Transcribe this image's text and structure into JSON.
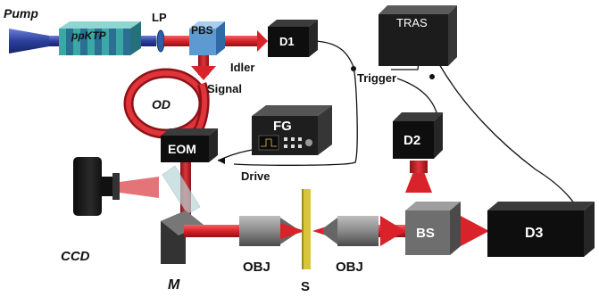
{
  "labels": {
    "pump": "Pump",
    "crystal": "ppKTP",
    "lp": "LP",
    "pbs": "PBS",
    "d1": "D1",
    "idler": "Idler",
    "signal": "Signal",
    "od": "OD",
    "tras": "TRAS",
    "trigger": "Trigger",
    "fg": "FG",
    "eom": "EOM",
    "drive": "Drive",
    "d2": "D2",
    "ccd": "CCD",
    "bs": "BS",
    "d3": "D3",
    "m": "M",
    "obj1": "OBJ",
    "s": "S",
    "obj2": "OBJ"
  },
  "colors": {
    "beam": "#d8232a",
    "beam_dark": "#a3171c",
    "pump_beam": "#2c3f9c",
    "box_front": "#0e0e0e",
    "box_top": "#3b3b3b",
    "pbs_cube": "#5c9ad1",
    "crystal_stripe": "#3aa9a6",
    "sample": "#d9c53a",
    "obj_gray": "#8c8c8c",
    "cable": "#111111"
  }
}
